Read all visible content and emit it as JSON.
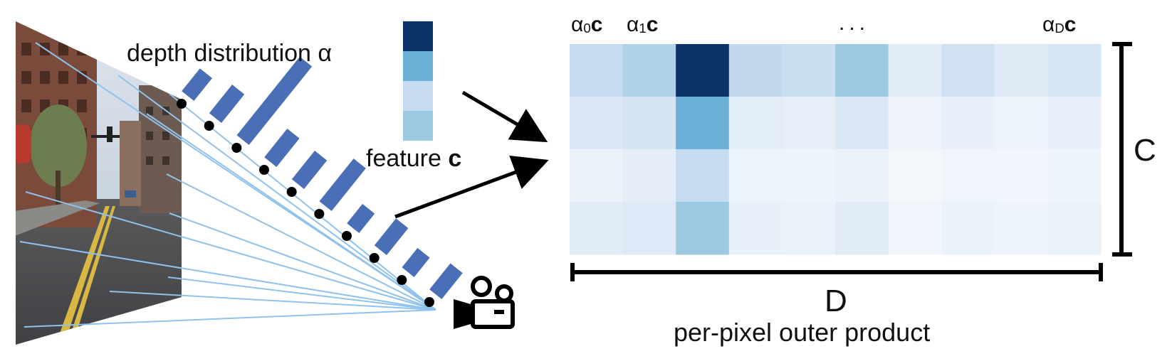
{
  "labels": {
    "depth_distribution": "depth distribution α",
    "feature_prefix": "feature",
    "feature_symbol": "c",
    "alpha0_prefix": "α",
    "alpha0_sub": "0",
    "alpha1_prefix": "α",
    "alpha1_sub": "1",
    "alphaD_prefix": "α",
    "alphaD_sub": "D",
    "c_bold": "c",
    "ellipsis": "...",
    "channel_dim": "C",
    "depth_dim": "D",
    "caption": "per-pixel outer product"
  },
  "colors": {
    "blue_dark": "#0c3369",
    "blue_mid": "#6bafd6",
    "blue_light": "#c6dbef",
    "blue_pale": "#9ecae1",
    "bar_blue": "#4a6fb6",
    "ray_blue": "#8fc2ec"
  },
  "depth_distribution_bars": [
    0.18,
    0.25,
    0.85,
    0.25,
    0.25,
    0.42,
    0.14,
    0.23,
    0.14,
    0.22
  ],
  "feature_vector": [
    "#0c3369",
    "#6bafd6",
    "#c6dbef",
    "#9ecae1"
  ],
  "outer_product_grid": [
    [
      "#c6dbef",
      "#b0d1e8",
      "#0c3369",
      "#c1d8ee",
      "#cadef1",
      "#9ecae1",
      "#e1ecf7",
      "#d0e2f2",
      "#deeaf6",
      "#d5e5f4"
    ],
    [
      "#dbe8f5",
      "#d4e4f3",
      "#6bafd6",
      "#e3edf8",
      "#e6eff8",
      "#dae8f5",
      "#eef4fa",
      "#e8f0f9",
      "#ecf3fa",
      "#e7f0f9"
    ],
    [
      "#eaf2fa",
      "#e5eef8",
      "#c6dbef",
      "#edf3fa",
      "#eef4fb",
      "#ebf2fa",
      "#f3f7fc",
      "#eff5fb",
      "#f1f6fc",
      "#eef4fb"
    ],
    [
      "#e2ecf7",
      "#dde9f6",
      "#9ecae1",
      "#e8f0f9",
      "#e9f1f9",
      "#e0ebf6",
      "#f0f5fb",
      "#eaf2fa",
      "#eef4fb",
      "#e9f1f9"
    ]
  ]
}
